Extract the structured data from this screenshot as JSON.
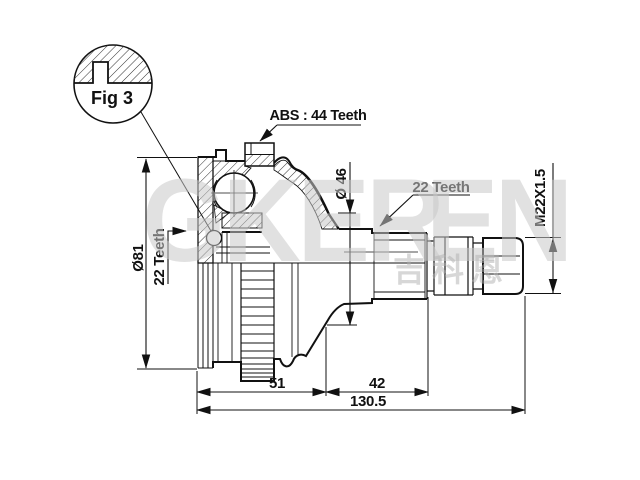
{
  "drawing": {
    "fig_label": "Fig 3",
    "callouts": {
      "abs": "ABS : 44 Teeth",
      "spline_right": "22 Teeth",
      "spline_left": "22 Teeth"
    },
    "dimensions": {
      "outer_diameter": "Ø81",
      "shaft_diameter": "Ø 46",
      "thread": "M22X1.5",
      "length_joint": "51",
      "length_spline": "42",
      "length_overall": "130.5"
    }
  },
  "watermark": {
    "latin_left": "GKER",
    "latin_right": "EN",
    "cjk": "吉科恩"
  },
  "colors": {
    "line": "#111111",
    "background": "#ffffff",
    "watermark": "#cdcdcd"
  }
}
